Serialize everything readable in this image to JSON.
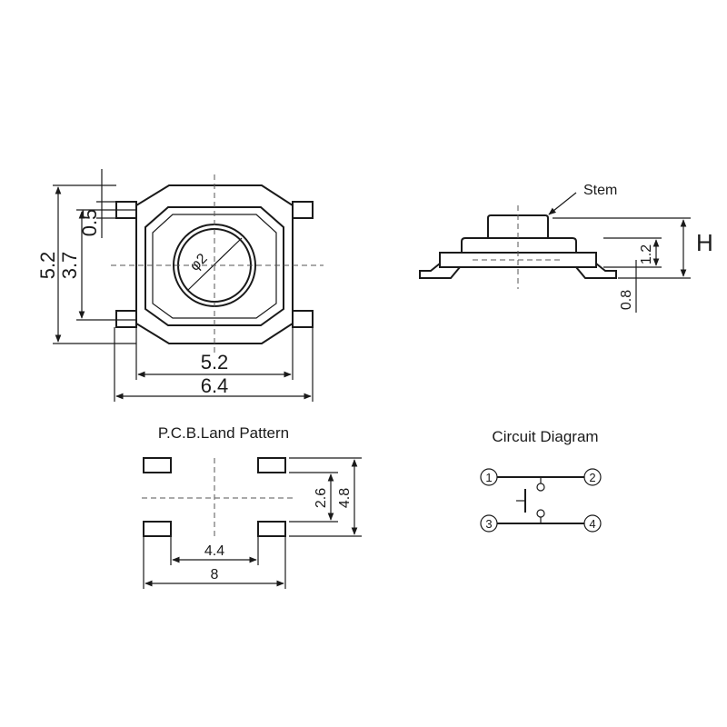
{
  "top_view": {
    "outer_height": "5.2",
    "inner_height": "3.7",
    "offset": "0.5",
    "diameter": "φ2",
    "inner_width": "5.2",
    "outer_width": "6.4"
  },
  "side_view": {
    "stem_label": "Stem",
    "height_label": "H",
    "stem_height": "1.2",
    "terminal_height": "0.8"
  },
  "land_pattern": {
    "title": "P.C.B.Land Pattern",
    "inner_spacing": "2.6",
    "outer_spacing": "4.8",
    "pad_gap": "4.4",
    "overall_width": "8"
  },
  "circuit": {
    "title": "Circuit Diagram",
    "pin1": "1",
    "pin2": "2",
    "pin3": "3",
    "pin4": "4"
  }
}
